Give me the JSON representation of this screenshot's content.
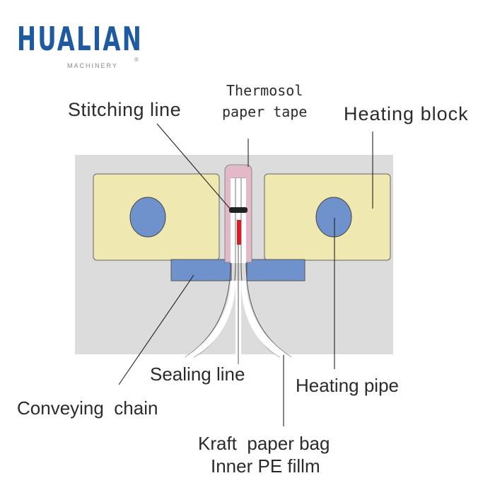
{
  "logo": {
    "brand": "HUALIAN",
    "subtitle": "MACHINERY",
    "registered": "®",
    "color": "#1e5aa0"
  },
  "labels": {
    "stitching_line": "Stitching line",
    "thermosol_line1": "Thermosol",
    "thermosol_line2": "paper tape",
    "heating_block": "Heating block",
    "sealing_line": "Sealing line",
    "heating_pipe": "Heating pipe",
    "conveying_chain": "Conveying  chain",
    "kraft_paper_bag": "Kraft  paper bag",
    "inner_pe_film": "Inner PE fillm"
  },
  "colors": {
    "background_panel": "#dcdcdc",
    "heating_block": "#efe8b0",
    "heating_pipe": "#7092cc",
    "conveying_chain": "#7092cc",
    "tape": "#e3b8c8",
    "sealing": "#e01b22",
    "stitch": "#222222"
  }
}
